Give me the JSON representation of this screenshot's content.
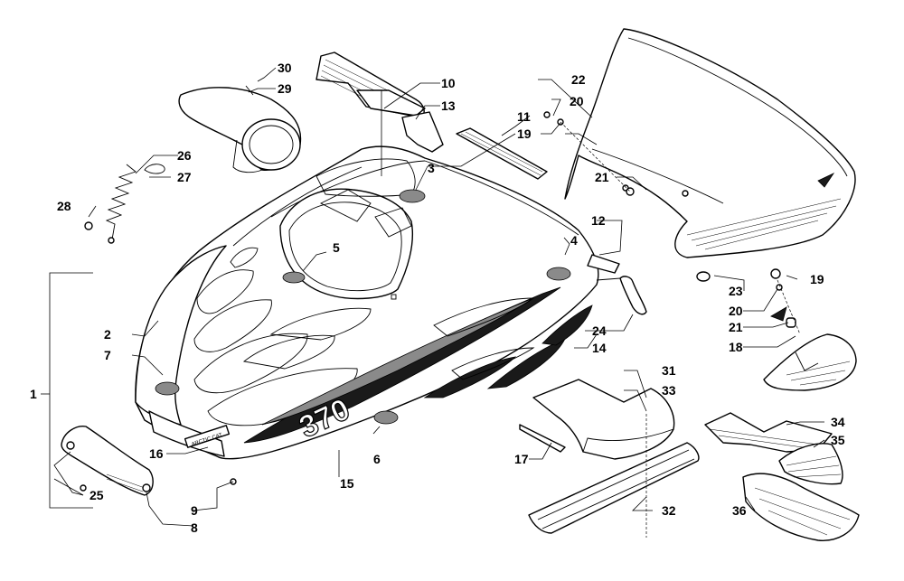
{
  "diagram": {
    "model_number": "370",
    "logo_text": "ARCTIC CAT",
    "callouts": [
      "1",
      "2",
      "3",
      "4",
      "5",
      "6",
      "7",
      "8",
      "9",
      "10",
      "11",
      "12",
      "13",
      "14",
      "15",
      "16",
      "17",
      "18",
      "19",
      "19",
      "20",
      "20",
      "21",
      "21",
      "22",
      "23",
      "24",
      "25",
      "26",
      "27",
      "28",
      "29",
      "30",
      "31",
      "32",
      "33",
      "34",
      "35",
      "36"
    ]
  }
}
